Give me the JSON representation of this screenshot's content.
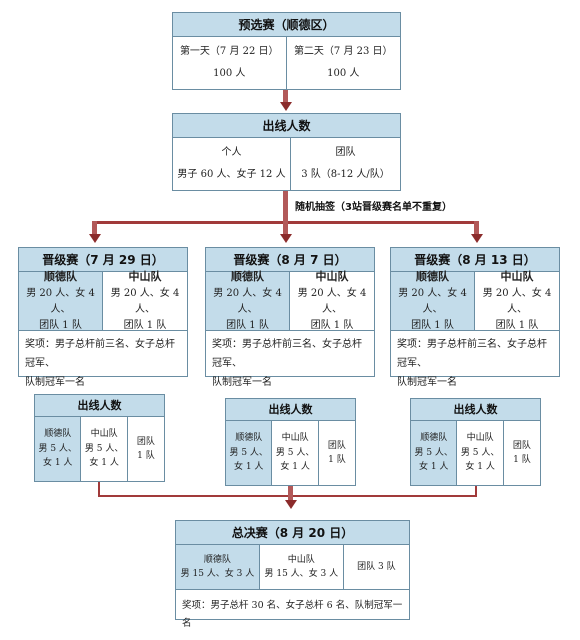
{
  "prelim": {
    "title": "预选赛（顺德区）",
    "day1": "第一天（7 月 22 日）",
    "day2": "第二天（7 月 23 日）",
    "day1_count": "100 人",
    "day2_count": "100 人"
  },
  "qualifiers_out": {
    "title": "出线人数",
    "individual_label": "个人",
    "team_label": "团队",
    "individual_value": "男子 60 人、女子 12 人",
    "team_value": "3 队（8-12 人/队）"
  },
  "draw_note": "随机抽签（3站晋级赛名单不重复）",
  "advancement": [
    {
      "title": "晋级赛（7 月 29 日）",
      "team1": "顺德队",
      "team1_detail1": "男 20 人、女 4 人、",
      "team1_detail2": "团队 1 队",
      "team2": "中山队",
      "team2_detail1": "男 20 人、女 4 人、",
      "team2_detail2": "团队 1 队",
      "award1": "奖项：男子总杆前三名、女子总杆冠军、",
      "award2": "队制冠军一名"
    },
    {
      "title": "晋级赛（8 月 7 日）",
      "team1": "顺德队",
      "team1_detail1": "男 20 人、女 4 人、",
      "team1_detail2": "团队 1 队",
      "team2": "中山队",
      "team2_detail1": "男 20 人、女 4 人、",
      "team2_detail2": "团队 1 队",
      "award1": "奖项：男子总杆前三名、女子总杆冠军、",
      "award2": "队制冠军一名"
    },
    {
      "title": "晋级赛（8 月 13 日）",
      "team1": "顺德队",
      "team1_detail1": "男 20 人、女 4 人、",
      "team1_detail2": "团队 1 队",
      "team2": "中山队",
      "team2_detail1": "男 20 人、女 4 人、",
      "team2_detail2": "团队 1 队",
      "award1": "奖项：男子总杆前三名、女子总杆冠军、",
      "award2": "队制冠军一名"
    }
  ],
  "advancement_out": [
    {
      "title": "出线人数",
      "c1": "顺德队",
      "c1a": "男 5 人、",
      "c1b": "女 1 人",
      "c2": "中山队",
      "c2a": "男 5 人、",
      "c2b": "女 1 人",
      "c3": "团队",
      "c3a": "1 队"
    },
    {
      "title": "出线人数",
      "c1": "顺德队",
      "c1a": "男 5 人、",
      "c1b": "女 1 人",
      "c2": "中山队",
      "c2a": "男 5 人、",
      "c2b": "女 1 人",
      "c3": "团队",
      "c3a": "1 队"
    },
    {
      "title": "出线人数",
      "c1": "顺德队",
      "c1a": "男 5 人、",
      "c1b": "女 1 人",
      "c2": "中山队",
      "c2a": "男 5 人、",
      "c2b": "女 1 人",
      "c3": "团队",
      "c3a": "1 队"
    }
  ],
  "final": {
    "title": "总决赛（8 月 20 日）",
    "c1": "顺德队",
    "c1a": "男 15 人、女 3 人",
    "c2": "中山队",
    "c2a": "男 15 人、女 3 人",
    "c3": "团队 3 队",
    "award": "奖项：男子总杆 30 名、女子总杆 6 名、队制冠军一名"
  },
  "colors": {
    "header_bg": "#c3dcea",
    "border": "#6a8da2",
    "arrow": "#8b2b2b"
  }
}
